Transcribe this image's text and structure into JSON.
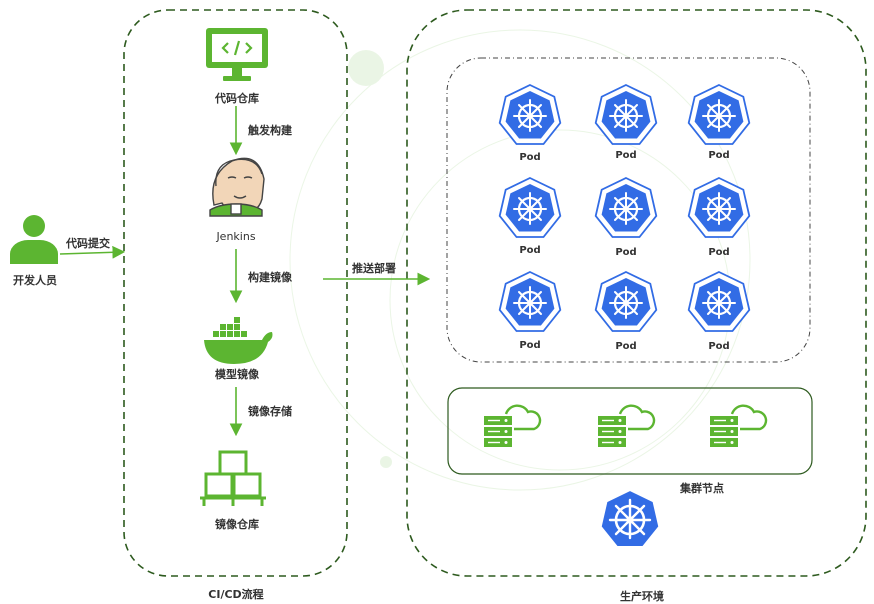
{
  "developer": {
    "label": "开发人员"
  },
  "edges": {
    "code_commit": "代码提交",
    "trigger_build": "触发构建",
    "build_image": "构建镜像",
    "image_store": "镜像存储",
    "push_deploy": "推送部署"
  },
  "cicd": {
    "title": "CI/CD流程",
    "code_repo": "代码仓库",
    "jenkins": "Jenkins",
    "model_image": "模型镜像",
    "image_repo": "镜像仓库"
  },
  "production": {
    "title": "生产环境",
    "pods": [
      "Pod",
      "Pod",
      "Pod",
      "Pod",
      "Pod",
      "Pod",
      "Pod",
      "Pod",
      "Pod"
    ],
    "cluster_nodes": "集群节点"
  },
  "colors": {
    "green": "#5cb531",
    "dark_green": "#2d5a1e",
    "blue": "#326ce5"
  }
}
